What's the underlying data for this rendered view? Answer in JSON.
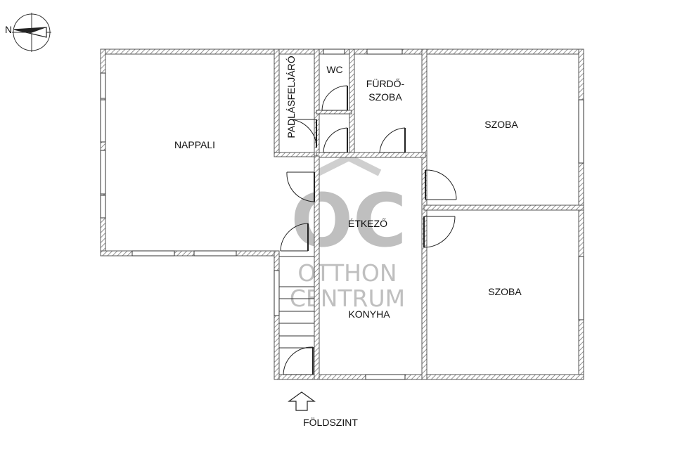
{
  "compass": {
    "north_letter": "N"
  },
  "rooms": {
    "nappali": "NAPPALI",
    "padlasfeljaro": "PADLÁSFELJÁRÓ",
    "wc": "WC",
    "furdo_line1": "FÜRDŐ-",
    "furdo_line2": "SZOBA",
    "szoba_top": "SZOBA",
    "szoba_bottom": "SZOBA",
    "etkezo": "ÉTKEZŐ",
    "konyha": "KONYHA"
  },
  "watermark": {
    "logo": "OC",
    "line1": "OTTHON",
    "line2": "CENTRUM"
  },
  "level": {
    "label": "FÖLDSZINT"
  },
  "colors": {
    "wall_stroke": "#555555",
    "wall_fill": "#ffffff",
    "text": "#111111",
    "watermark": "#bfbfbf"
  }
}
